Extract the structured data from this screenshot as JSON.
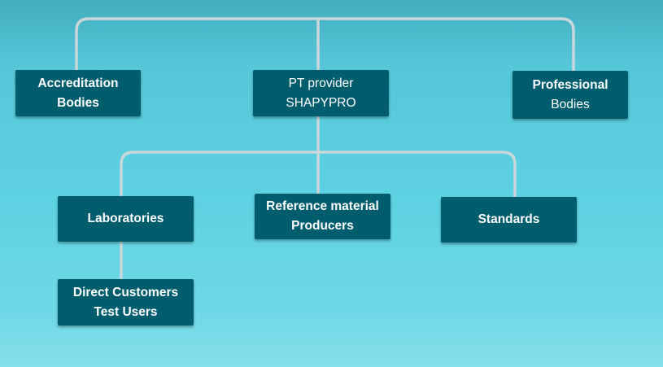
{
  "diagram": {
    "nodes": [
      {
        "id": "accreditation",
        "lines": [
          "Accreditation",
          "Bodies"
        ]
      },
      {
        "id": "pt-provider",
        "lines": [
          "PT provider",
          "SHAPYPRO"
        ]
      },
      {
        "id": "professional",
        "lines": [
          "Professional",
          "Bodies"
        ]
      },
      {
        "id": "laboratories",
        "lines": [
          "Laboratories"
        ]
      },
      {
        "id": "reference-material",
        "lines": [
          "Reference material",
          "Producers"
        ]
      },
      {
        "id": "standards",
        "lines": [
          "Standards"
        ]
      },
      {
        "id": "direct-customers",
        "lines": [
          "Direct Customers",
          "Test Users"
        ]
      }
    ],
    "edges": [
      {
        "from": "pt-provider",
        "to": "accreditation"
      },
      {
        "from": "pt-provider",
        "to": "professional"
      },
      {
        "from": "pt-provider",
        "to": "laboratories"
      },
      {
        "from": "pt-provider",
        "to": "reference-material"
      },
      {
        "from": "pt-provider",
        "to": "standards"
      },
      {
        "from": "laboratories",
        "to": "direct-customers"
      }
    ],
    "colors": {
      "node_fill": "#005d6e",
      "node_text": "#ffffff",
      "connector": "#c9d6da",
      "background_top": "#42aebf",
      "background_bottom": "#86e0ea"
    }
  }
}
